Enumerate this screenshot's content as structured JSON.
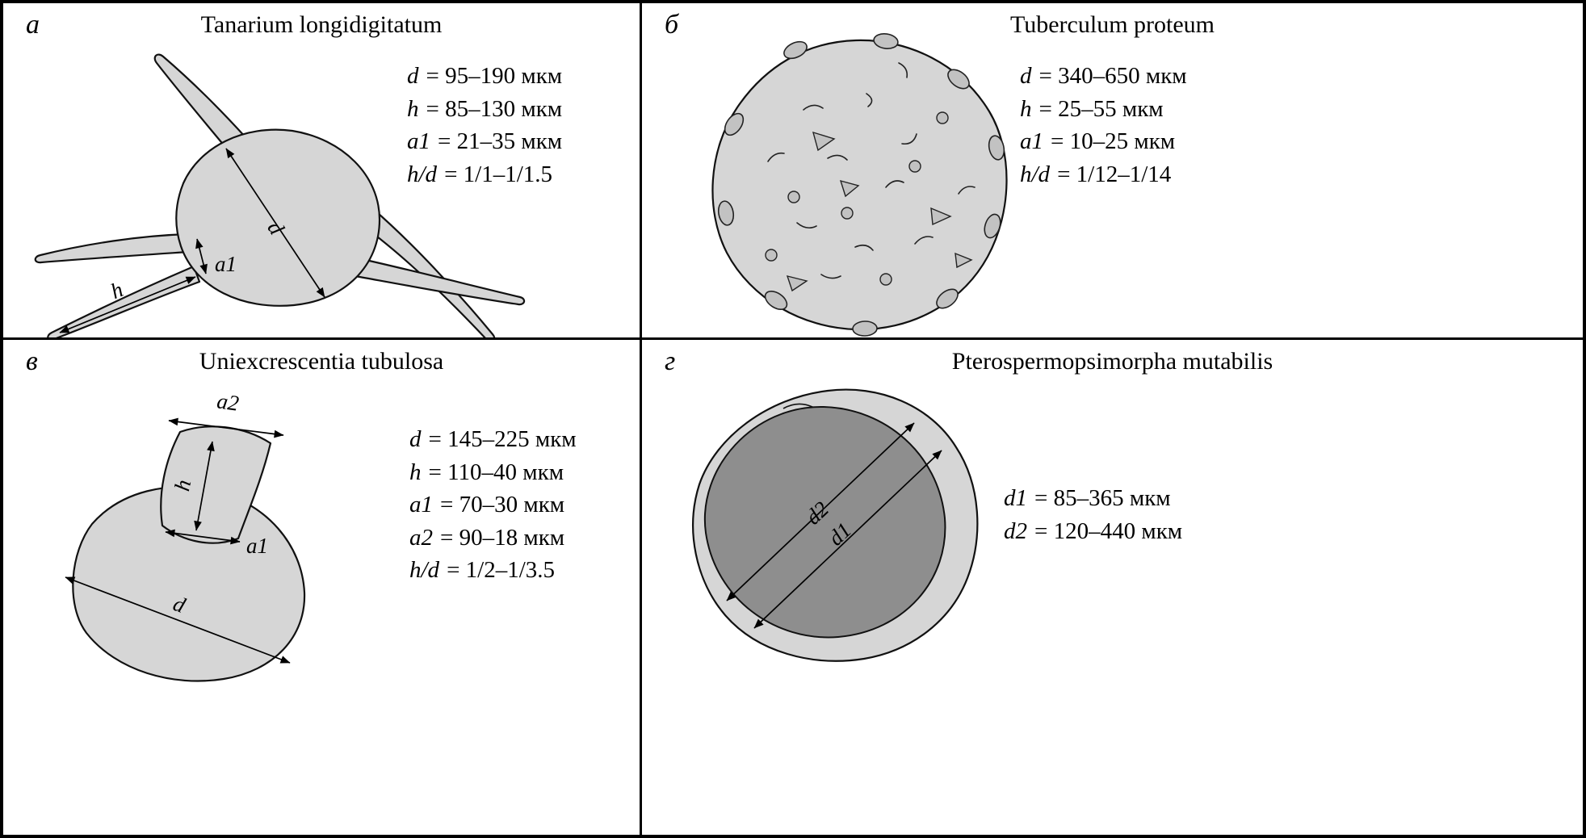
{
  "figure": {
    "colors": {
      "body_fill": "#d6d6d6",
      "tubercle_fill": "#c2c2c2",
      "inner_body_fill": "#8e8e8e",
      "line": "#000000",
      "background": "#ffffff"
    },
    "panels": [
      {
        "letter": "а",
        "title": "Tanarium longidigitatum",
        "measurements": [
          {
            "var": "d",
            "rest": "= 95–190 мкм"
          },
          {
            "var": "h",
            "rest": "= 85–130 мкм"
          },
          {
            "var": "a1",
            "rest": "= 21–35 мкм"
          },
          {
            "var": "h/d",
            "rest": "= 1/1–1/1.5"
          }
        ],
        "labels": {
          "d": "d",
          "a1": "a1",
          "h": "h"
        }
      },
      {
        "letter": "б",
        "title": "Tuberculum proteum",
        "measurements": [
          {
            "var": "d",
            "rest": "= 340–650 мкм"
          },
          {
            "var": "h",
            "rest": "= 25–55 мкм"
          },
          {
            "var": "a1",
            "rest": "= 10–25 мкм"
          },
          {
            "var": "h/d",
            "rest": "= 1/12–1/14"
          }
        ],
        "labels": {}
      },
      {
        "letter": "в",
        "title": "Uniexcrescentia tubulosa",
        "measurements": [
          {
            "var": "d",
            "rest": "= 145–225 мкм"
          },
          {
            "var": "h",
            "rest": "= 110–40 мкм"
          },
          {
            "var": "a1",
            "rest": "= 70–30 мкм"
          },
          {
            "var": "a2",
            "rest": "= 90–18 мкм"
          },
          {
            "var": "h/d",
            "rest": "= 1/2–1/3.5"
          }
        ],
        "labels": {
          "a2": "a2",
          "h": "h",
          "a1": "a1",
          "d": "d"
        }
      },
      {
        "letter": "г",
        "title": "Pterospermopsimorpha mutabilis",
        "measurements": [
          {
            "var": "d1",
            "rest": "= 85–365 мкм"
          },
          {
            "var": "d2",
            "rest": "= 120–440 мкм"
          }
        ],
        "labels": {
          "d2": "d2",
          "d1": "d1"
        }
      }
    ]
  }
}
